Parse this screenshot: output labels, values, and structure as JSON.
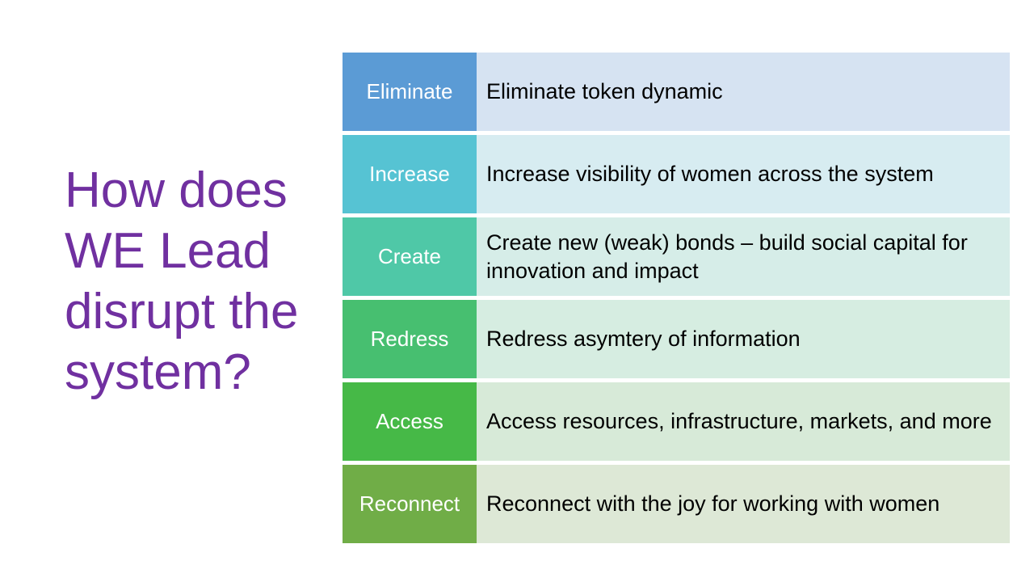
{
  "title_lines": [
    "How does",
    "WE Lead",
    "disrupt the",
    "system?"
  ],
  "rows": [
    {
      "label": "Eliminate",
      "text": "Eliminate token dynamic",
      "label_color": "#5b9bd5",
      "bg_color": "#d6e3f2"
    },
    {
      "label": "Increase",
      "text": "Increase visibility of women across the system",
      "label_color": "#56c3d3",
      "bg_color": "#d7ecf1"
    },
    {
      "label": "Create",
      "text": "Create new (weak) bonds – build social capital for innovation and impact",
      "label_color": "#4fc8a7",
      "bg_color": "#d6ede8"
    },
    {
      "label": "Redress",
      "text": "Redress asymtery of information",
      "label_color": "#47bf70",
      "bg_color": "#d6ede1"
    },
    {
      "label": "Access",
      "text": "Access resources, infrastructure, markets, and more",
      "label_color": "#46b947",
      "bg_color": "#d7ead8"
    },
    {
      "label": "Reconnect",
      "text": "Reconnect with the joy for working with women",
      "label_color": "#70ad47",
      "bg_color": "#dde8d6"
    }
  ],
  "colors": {
    "title": "#7030a0",
    "background": "#ffffff"
  }
}
